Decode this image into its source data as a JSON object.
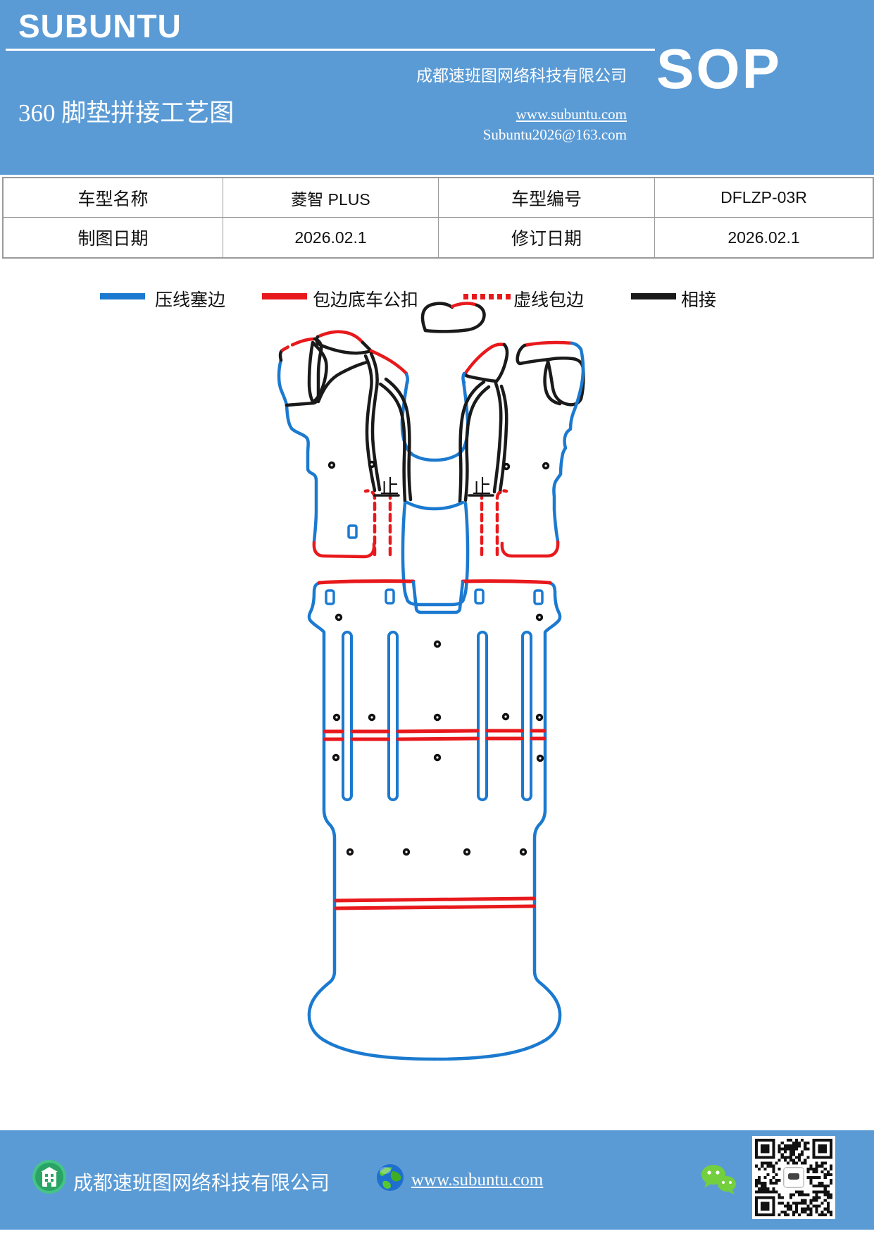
{
  "colors": {
    "header_bg": "#5b9bd5",
    "line_blue": "#1b7ad0",
    "line_red": "#e8191c",
    "line_black": "#1a1a1a",
    "table_border": "#9a9a9a",
    "wechat_green": "#74cf3f",
    "icon_green": "#2fae6b",
    "qr_dark": "#111111"
  },
  "header": {
    "logo": "SUBUNTU",
    "company": "成都速班图网络科技有限公司",
    "title": "360 脚垫拼接工艺图",
    "website": "www.subuntu.com",
    "email": "Subuntu2026@163.com",
    "badge": "SOP"
  },
  "info_table": {
    "rows": [
      [
        "车型名称",
        "菱智 PLUS",
        "车型编号",
        "DFLZP-03R"
      ],
      [
        "制图日期",
        "2026.02.1",
        "修订日期",
        "2026.02.1"
      ]
    ]
  },
  "legend": {
    "items": [
      {
        "label": "压线塞边",
        "style": "solid",
        "color": "#1b7ad0"
      },
      {
        "label": "包边底车公扣",
        "style": "solid",
        "color": "#e8191c"
      },
      {
        "label": "虚线包边",
        "style": "dashed",
        "color": "#e8191c"
      },
      {
        "label": "相接",
        "style": "solid",
        "color": "#1a1a1a"
      }
    ]
  },
  "diagram": {
    "stop_marker": "止",
    "description": "360 车脚垫拼接工艺图：上方为主驾/副驾脚垫与中央通道件，下方为一体式后排及后备箱脚垫",
    "line_meanings": {
      "blue": "压线塞边",
      "red": "包边底车公扣",
      "red_dashed": "虚线包边",
      "black": "相接"
    }
  },
  "footer": {
    "company": "成都速班图网络科技有限公司",
    "website": "www.subuntu.com"
  }
}
